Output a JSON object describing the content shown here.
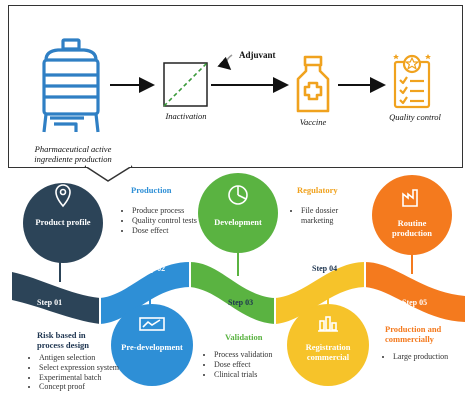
{
  "flow": {
    "api_label": "Pharmaceutical active ingrediente production",
    "inactivation_label": "Inactivation",
    "adjuvant_label": "Adjuvant",
    "vaccine_label": "Vaccine",
    "quality_label": "Quality control"
  },
  "stages": {
    "product_profile": "Product profile",
    "production": {
      "title": "Production",
      "items": [
        "Produce process",
        "Quality control tests",
        "Dose effect"
      ]
    },
    "development": "Development",
    "regulatory": {
      "title": "Regulatory",
      "items": [
        "File dossier marketing"
      ]
    },
    "routine": "Routine production",
    "risk": {
      "title": "Risk based in process design",
      "items": [
        "Antigen selection",
        "Select expression system",
        "Experimental batch",
        "Concept proof"
      ]
    },
    "pre_development": "Pre-development",
    "validation": {
      "title": "Validation",
      "items": [
        "Process validation",
        "Dose effect",
        "Clinical trials"
      ]
    },
    "registration": "Registration commercial",
    "production_commercially": {
      "title": "Production and commercially",
      "items": [
        "Large production"
      ]
    }
  },
  "steps": [
    "Step 01",
    "Step 02",
    "Step 03",
    "Step 04",
    "Step 05"
  ],
  "colors": {
    "navy": "#2c4458",
    "blue": "#2e8fd6",
    "green": "#5ab341",
    "yellow": "#f6c32a",
    "orange": "#f47a1e",
    "icon_blue": "#2f7fc4",
    "icon_orange": "#f0a21e"
  }
}
